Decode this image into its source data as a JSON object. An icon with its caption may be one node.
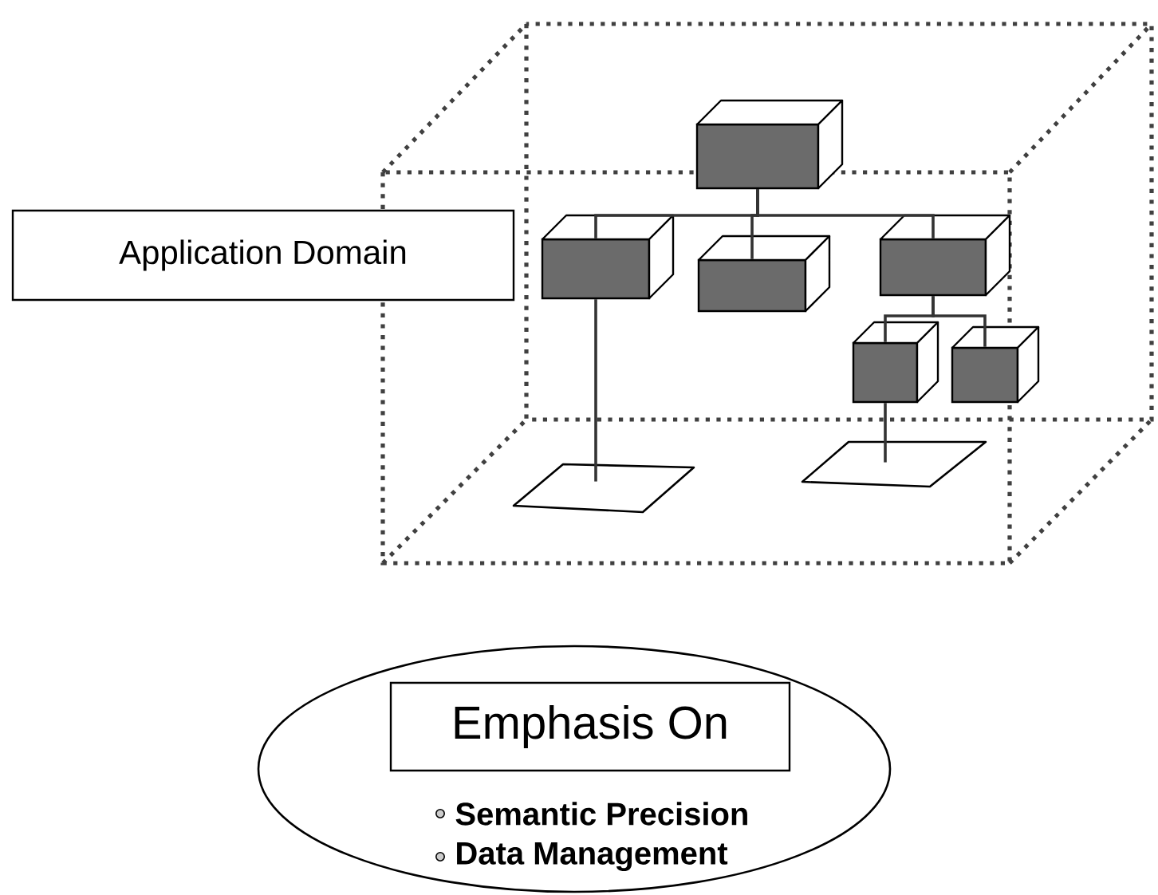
{
  "diagram": {
    "nodes": [
      {
        "text": [
          "Application Domain"
        ]
      },
      {
        "text": [],
        "shape": "box"
      },
      {
        "text": [],
        "shape": "box"
      },
      {
        "text": [],
        "shape": "box"
      },
      {
        "text": [],
        "shape": "box"
      },
      {
        "text": [],
        "shape": "box"
      },
      {
        "text": [],
        "shape": "box"
      },
      {
        "text": [],
        "shape": "platform"
      },
      {
        "text": [],
        "shape": "platform"
      },
      {
        "text": [
          "Semantic Precision",
          "Data Management"
        ]
      },
      {
        "text": [
          "Emphasis On"
        ],
        "in": 9
      }
    ],
    "edges": [
      {
        "from": 1,
        "to": 2,
        "arrow": "none"
      },
      {
        "from": 1,
        "to": 3,
        "arrow": "none"
      },
      {
        "from": 1,
        "to": 4,
        "arrow": "none"
      },
      {
        "from": 4,
        "to": 5,
        "arrow": "none"
      },
      {
        "from": 4,
        "to": 6,
        "arrow": "none"
      },
      {
        "from": 2,
        "to": 7,
        "arrow": "none"
      },
      {
        "from": 5,
        "to": 8,
        "arrow": "none"
      }
    ]
  }
}
